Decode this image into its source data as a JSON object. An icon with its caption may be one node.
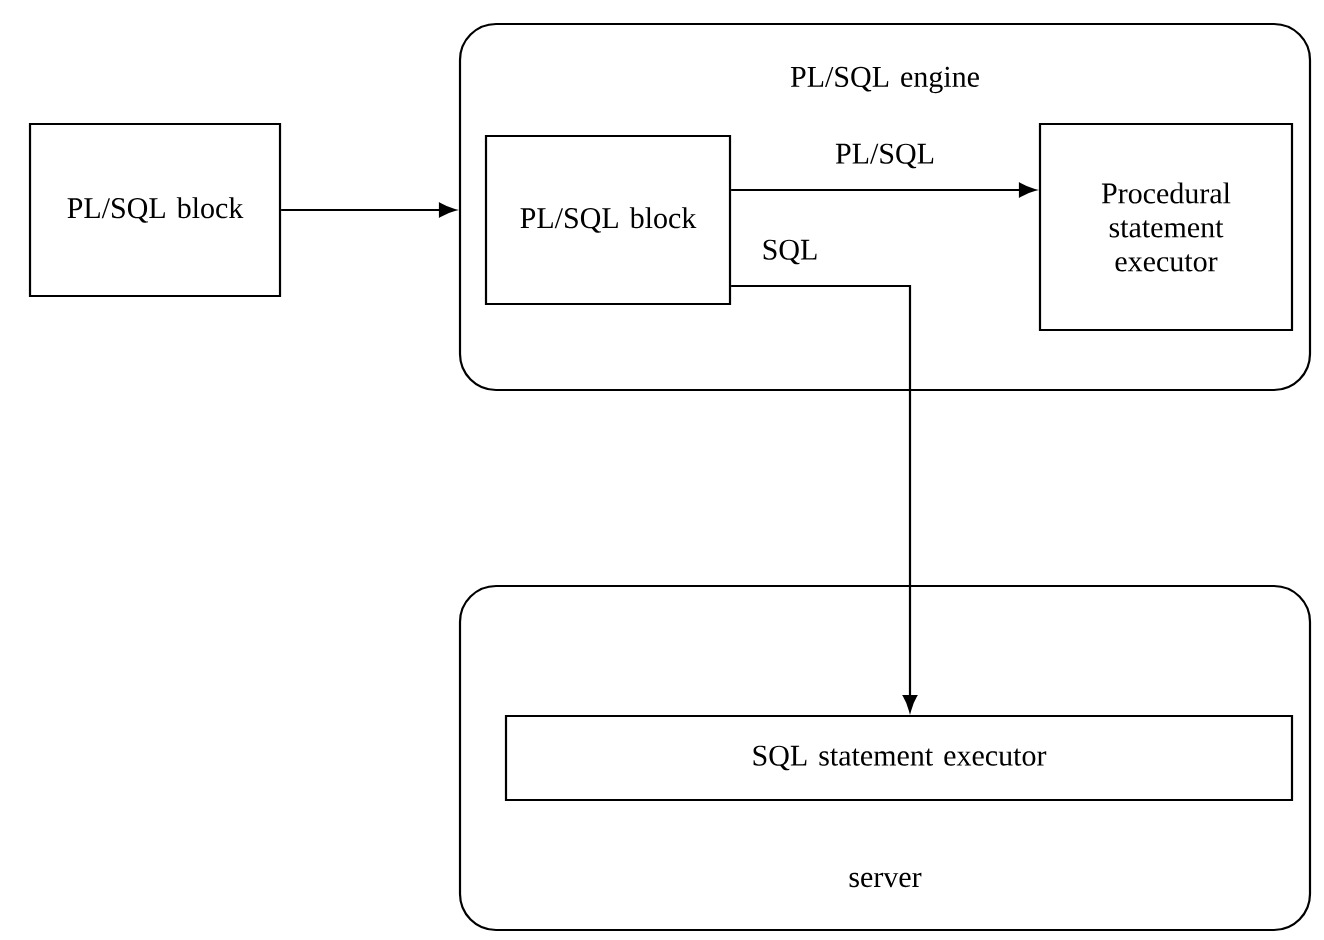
{
  "diagram": {
    "nodes": [
      {
        "text": [
          "PL/SQL block"
        ]
      },
      {
        "text": [
          "PL/SQL engine"
        ]
      },
      {
        "text": [
          "PL/SQL block"
        ],
        "in": 1
      },
      {
        "text": [
          "Procedural statement executor"
        ],
        "in": 1
      },
      {
        "text": [
          "server"
        ]
      },
      {
        "text": [
          "SQL statement executor"
        ],
        "in": 4
      }
    ],
    "edges": [
      {
        "from": 0,
        "to": 1,
        "arrow": "to"
      },
      {
        "from": 2,
        "to": 3,
        "arrow": "to",
        "label": "PL/SQL"
      },
      {
        "from": 2,
        "to": 5,
        "arrow": "to",
        "label": "SQL"
      }
    ]
  }
}
